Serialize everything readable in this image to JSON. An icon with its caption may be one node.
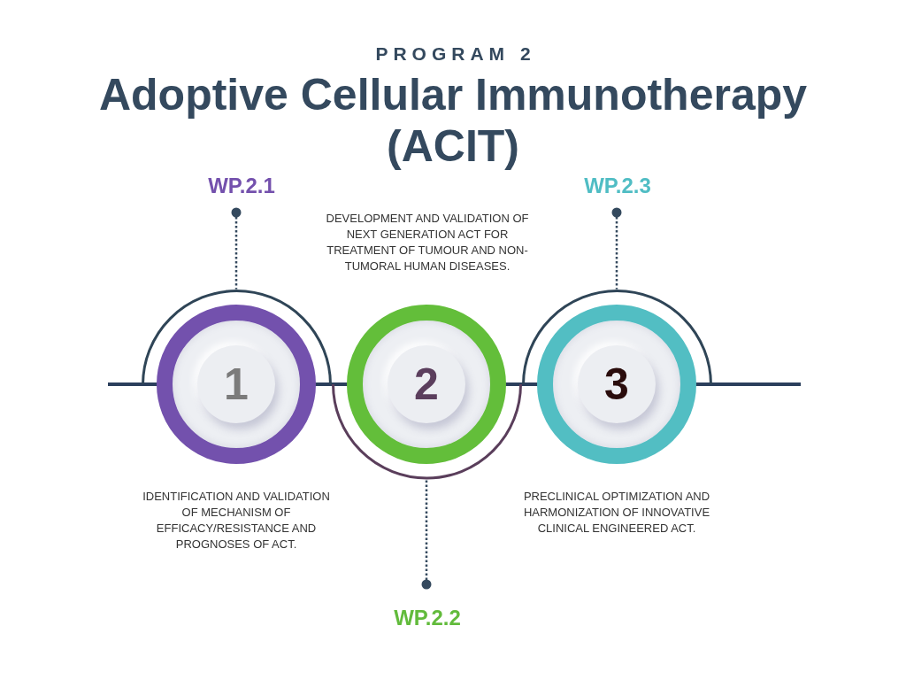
{
  "diagram": {
    "title": "Adoptive Cellular Immunotherapy (ACIT)",
    "nodes": [
      {
        "text": [
          "WP.2.1"
        ]
      },
      {
        "text": [
          "1"
        ]
      },
      {
        "text": [
          "WP.2.2"
        ]
      },
      {
        "text": [
          "2"
        ]
      },
      {
        "text": [
          "WP.2.3"
        ]
      },
      {
        "text": [
          "3"
        ]
      }
    ],
    "edges": [
      {
        "from": 0,
        "to": 1,
        "arrow": "other",
        "style": "dashed"
      },
      {
        "from": 2,
        "to": 3,
        "arrow": "other",
        "style": "dashed"
      },
      {
        "from": 4,
        "to": 5,
        "arrow": "other",
        "style": "dashed"
      }
    ],
    "labels": [
      "PROGRAM 2",
      "DEVELOPMENT AND VALIDATION OF NEXT GENERATION ACT FOR TREATMENT OF TUMOUR AND NON-TUMORAL HUMAN DISEASES.",
      "IDENTIFICATION AND VALIDATION OF MECHANISM OF EFFICACY/RESISTANCE AND PROGNOSES OF ACT.",
      "PRECLINICAL OPTIMIZATION AND HARMONIZATION OF INNOVATIVE CLINICAL ENGINEERED ACT."
    ]
  }
}
